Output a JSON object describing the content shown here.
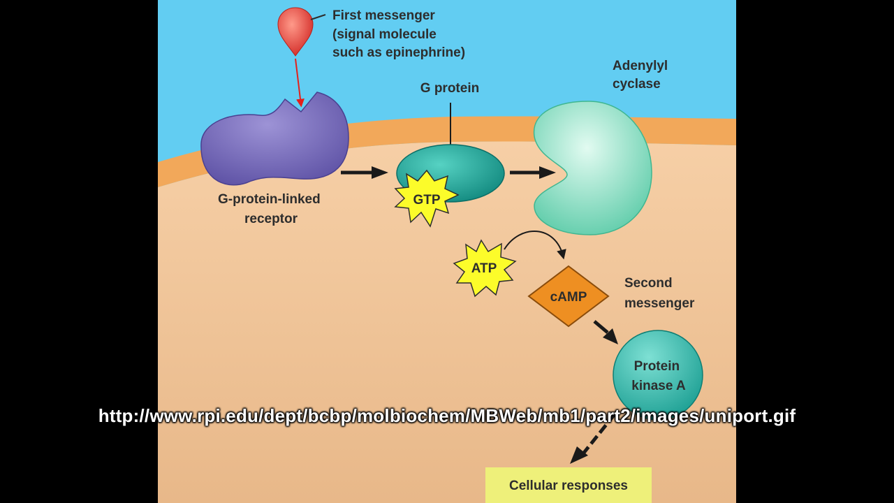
{
  "diagram": {
    "first_messenger": [
      "First messenger",
      "(signal molecule",
      "such as epinephrine)"
    ],
    "g_protein": "G protein",
    "adenylyl_cyclase": [
      "Adenylyl",
      "cyclase"
    ],
    "receptor": [
      "G-protein-linked",
      "receptor"
    ],
    "gtp": "GTP",
    "atp": "ATP",
    "camp": "cAMP",
    "second_messenger": [
      "Second",
      "messenger"
    ],
    "protein_kinase": [
      "Protein",
      "kinase A"
    ],
    "cellular_responses": "Cellular responses"
  },
  "caption": {
    "url": "http://www.rpi.edu/dept/bcbp/molbiochem/MBWeb/mb1/part2/images/uniport.gif"
  },
  "colors": {
    "background": "#000000",
    "extracellular": "#62cdf2",
    "membrane": "#f2a85a",
    "cytoplasm": "#f6cfa6",
    "receptor": "#7c70c0",
    "teal_protein": "#1aa59a",
    "cyclase": "#8ce0c4",
    "camp": "#ee8f22",
    "starburst": "#fcfc2a",
    "signal_molecule": "#e7463f",
    "responses_box": "#eef07a"
  }
}
